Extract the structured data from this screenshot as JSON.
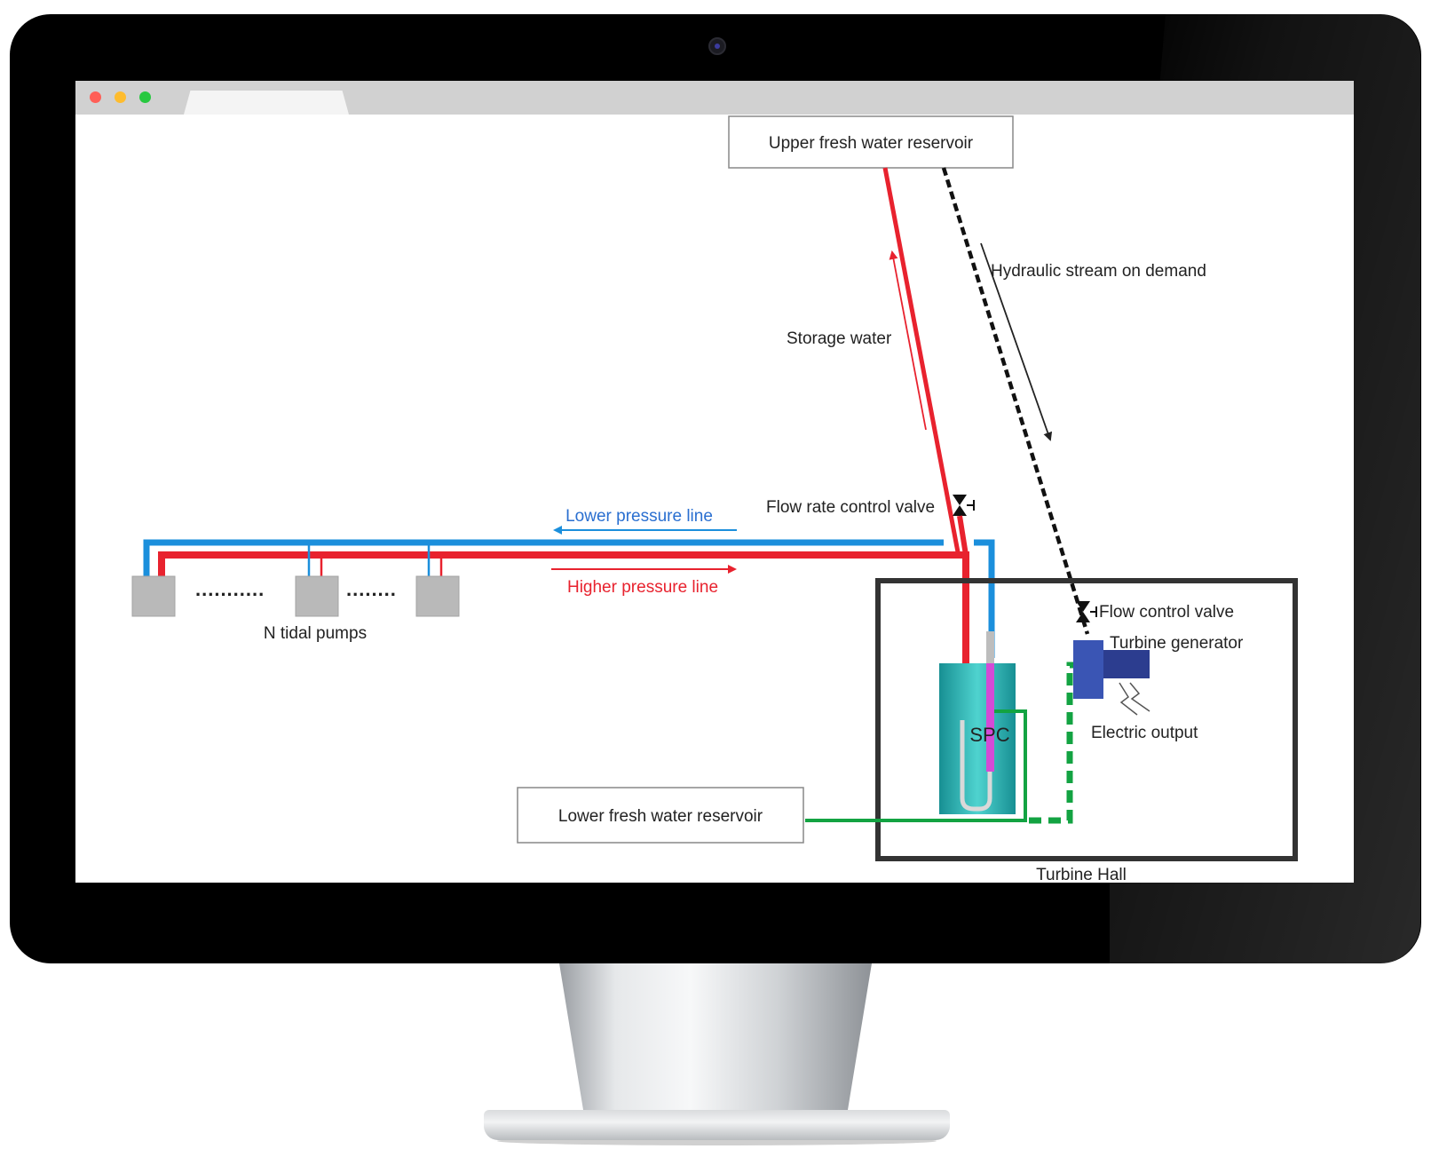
{
  "diagram": {
    "upper_reservoir_label": "Upper fresh water reservoir",
    "hydraulic_stream_label": "Hydraulic stream on demand",
    "storage_water_label": "Storage water",
    "flow_rate_valve_label": "Flow rate control valve",
    "lower_pressure_label": "Lower pressure line",
    "higher_pressure_label": "Higher pressure line",
    "pumps_dots_label": "...........",
    "pumps_dots2_label": "........",
    "tidal_pumps_label": "N tidal pumps",
    "flow_control_valve_label": "Flow control valve",
    "turbine_generator_label": "Turbine generator",
    "electric_output_label": "Electric output",
    "spc_label": "SPC",
    "lower_reservoir_label": "Lower fresh water reservoir",
    "turbine_hall_label": "Turbine Hall"
  },
  "colors": {
    "high_pressure": "#e8222e",
    "low_pressure": "#1b8fdc",
    "return_line": "#13a342",
    "low_pressure_text": "#2a6fd0",
    "high_pressure_text": "#e8222e",
    "generator": "#3a55b4",
    "spc_tank": "#21b7b7",
    "spc_tube": "#d44bd6"
  }
}
